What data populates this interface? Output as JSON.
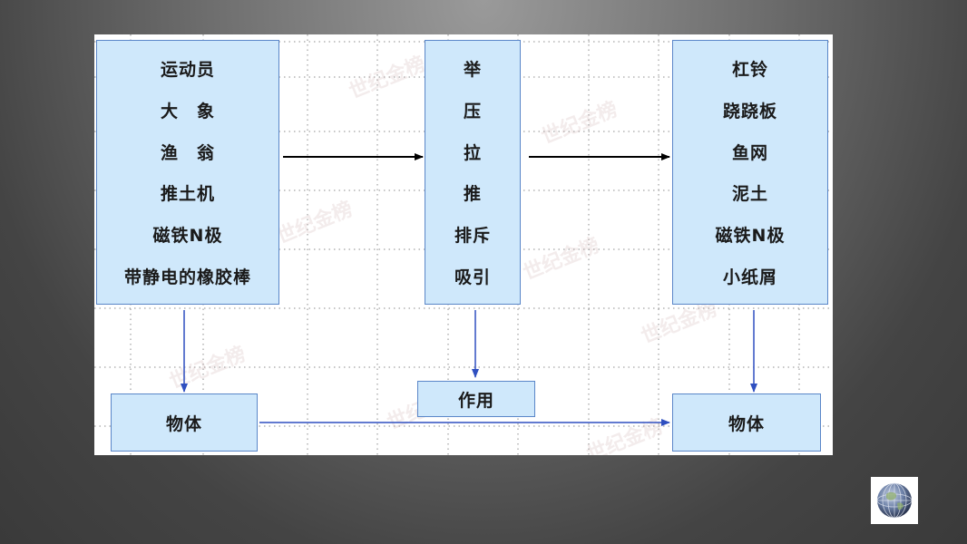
{
  "left_box": {
    "items": [
      "运动员",
      "大　象",
      "渔　翁",
      "推土机",
      "磁铁N极",
      "带静电的橡胶棒"
    ]
  },
  "middle_box": {
    "items": [
      "举",
      "压",
      "拉",
      "推",
      "排斥",
      "吸引"
    ]
  },
  "right_box": {
    "items": [
      "杠铃",
      "跷跷板",
      "鱼网",
      "泥土",
      "磁铁N极",
      "小纸屑"
    ]
  },
  "bottom_left_label": "物体",
  "bottom_middle_label": "作用",
  "bottom_right_label": "物体",
  "watermark_text": "世纪金榜",
  "colors": {
    "box_fill": "#cfe8fb",
    "box_border": "#5a86c8",
    "blue_arrow": "#2f4fc0",
    "black_arrow": "#000000"
  }
}
